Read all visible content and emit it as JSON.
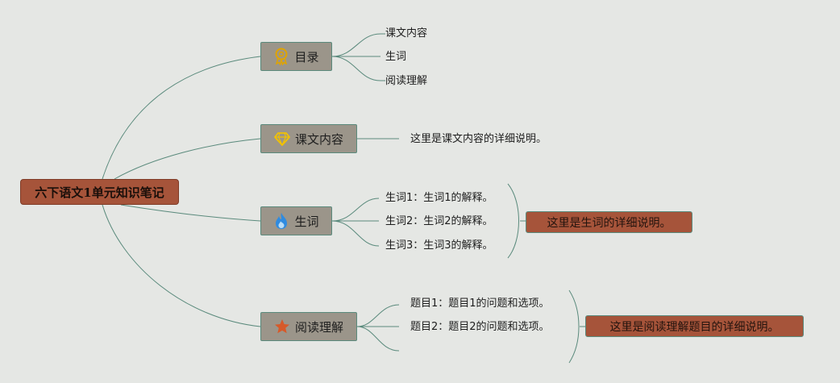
{
  "root": {
    "label": "六下语文1单元知识笔记"
  },
  "branches": [
    {
      "label": "目录",
      "icon": "award-ribbon-icon",
      "icon_color": "#e0a400",
      "children": [
        "课文内容",
        "生词",
        "阅读理解"
      ]
    },
    {
      "label": "课文内容",
      "icon": "diamond-icon",
      "icon_color": "#f2c200",
      "children": [
        "这里是课文内容的详细说明。"
      ]
    },
    {
      "label": "生词",
      "icon": "flame-icon",
      "icon_color": "#2f8be0",
      "children": [
        "生词1：生词1的解释。",
        "生词2：生词2的解释。",
        "生词3：生词3的解释。"
      ],
      "summary": "这里是生词的详细说明。"
    },
    {
      "label": "阅读理解",
      "icon": "star-icon",
      "icon_color": "#d65a2a",
      "children": [
        "题目1：题目1的问题和选项。",
        "题目2：题目2的问题和选项。"
      ],
      "summary": "这里是阅读理解题目的详细说明。"
    }
  ],
  "colors": {
    "background": "#e5e7e4",
    "root_fill": "#a6543a",
    "branch_fill": "#9b958a",
    "connector": "#5a8a7c",
    "summary_fill": "#a6543a"
  }
}
